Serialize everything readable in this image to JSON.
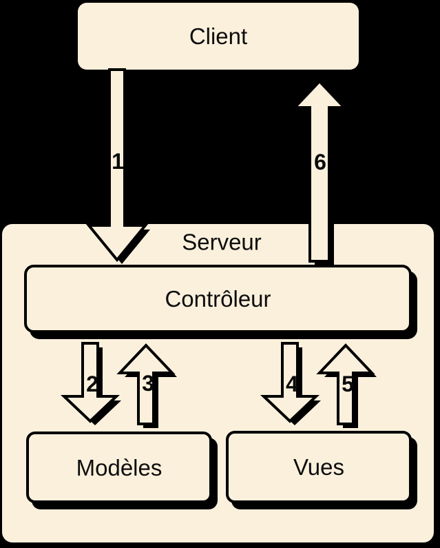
{
  "colors": {
    "background": "#000000",
    "node_fill": "#FAF0DC",
    "stroke": "#000000",
    "text": "#0D0D0D"
  },
  "nodes": {
    "client": {
      "label": "Client"
    },
    "serveur": {
      "label": "Serveur"
    },
    "controleur": {
      "label": "Contrôleur"
    },
    "modeles": {
      "label": "Modèles"
    },
    "vues": {
      "label": "Vues"
    }
  },
  "arrows": [
    {
      "label": "1",
      "direction": "down",
      "from": "Client",
      "to": "Contrôleur"
    },
    {
      "label": "2",
      "direction": "down",
      "from": "Contrôleur",
      "to": "Modèles"
    },
    {
      "label": "3",
      "direction": "up",
      "from": "Modèles",
      "to": "Contrôleur"
    },
    {
      "label": "4",
      "direction": "down",
      "from": "Contrôleur",
      "to": "Vues"
    },
    {
      "label": "5",
      "direction": "up",
      "from": "Vues",
      "to": "Contrôleur"
    },
    {
      "label": "6",
      "direction": "up",
      "from": "Contrôleur",
      "to": "Client"
    }
  ]
}
